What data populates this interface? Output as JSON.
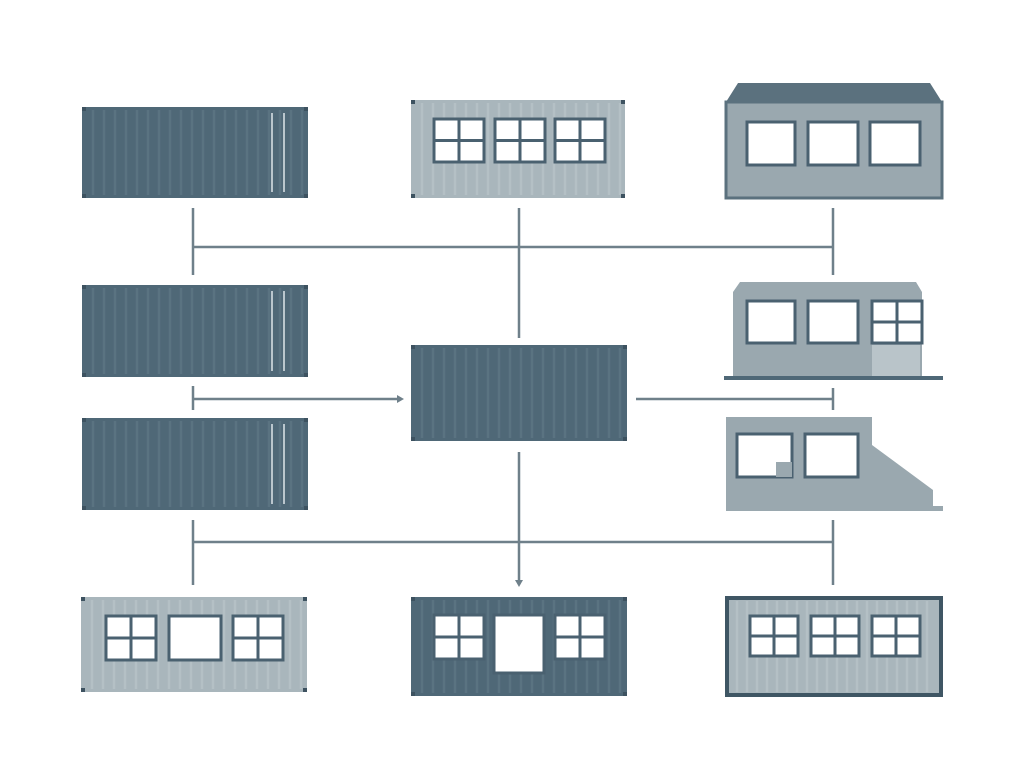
{
  "colors": {
    "background": "#ffffff",
    "dark_container": "#4f6877",
    "dark_rib": "#5a7381",
    "light_container": "#a9b6bc",
    "light_rib": "#b4c0c5",
    "medium_container": "#9aa8af",
    "connector": "#6f808a",
    "window_glass": "#ffffff",
    "window_frame": "#4a6170"
  },
  "nodes": [
    {
      "id": "plain-container-1",
      "style": "dark",
      "icon": "shipping-container-icon"
    },
    {
      "id": "windowed-container-1",
      "style": "light",
      "icon": "container-with-windows-icon"
    },
    {
      "id": "roofed-cabin",
      "style": "medium",
      "icon": "modular-house-icon"
    },
    {
      "id": "plain-container-2",
      "style": "dark",
      "icon": "shipping-container-icon"
    },
    {
      "id": "plain-container-3",
      "style": "dark",
      "icon": "shipping-container-icon"
    },
    {
      "id": "central-container",
      "style": "dark",
      "icon": "shipping-container-icon"
    },
    {
      "id": "porch-cabin",
      "style": "medium",
      "icon": "modular-office-icon"
    },
    {
      "id": "sloped-cabin",
      "style": "medium",
      "icon": "modular-cabin-icon"
    },
    {
      "id": "windowed-container-2",
      "style": "light",
      "icon": "container-with-windows-icon"
    },
    {
      "id": "door-container",
      "style": "dark",
      "icon": "container-with-door-icon"
    },
    {
      "id": "framed-container",
      "style": "light",
      "icon": "container-with-windows-icon"
    }
  ]
}
